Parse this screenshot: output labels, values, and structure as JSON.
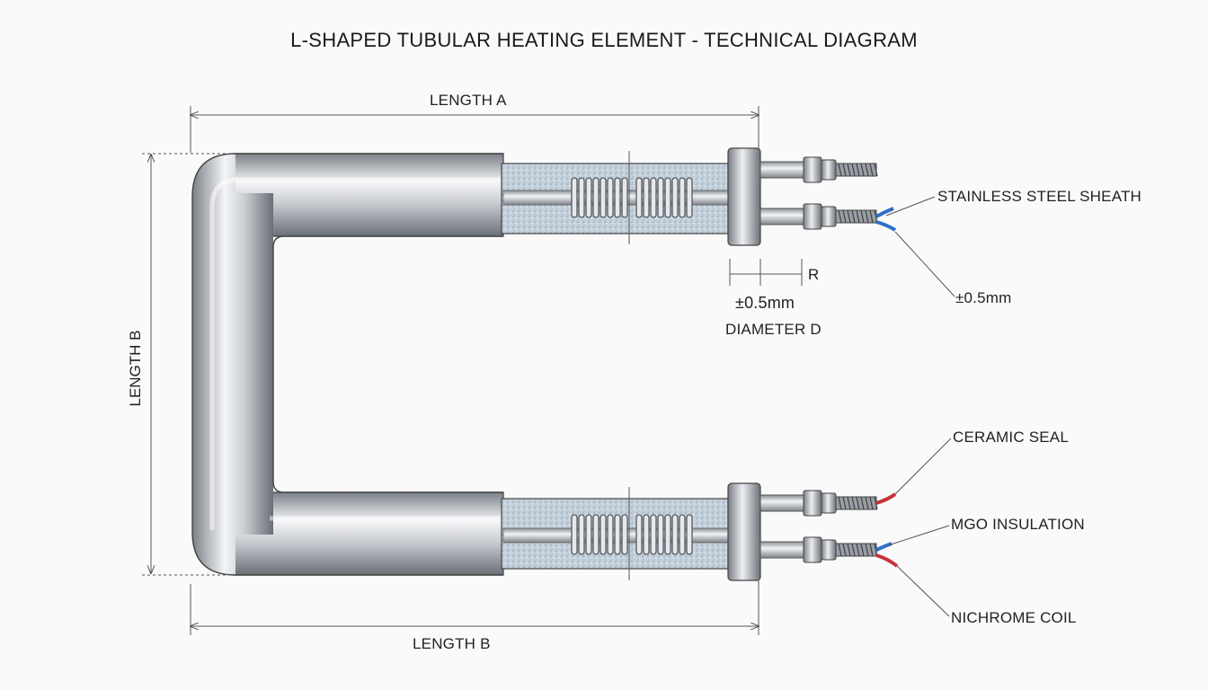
{
  "title": "L-SHAPED TUBULAR HEATING ELEMENT - TECHNICAL DIAGRAM",
  "dimensions": {
    "length_a": "LENGTH A",
    "length_b_vertical": "LENGTH B",
    "length_b_bottom": "LENGTH B",
    "radius": "R",
    "tolerance_left": "±0.5mm",
    "diameter": "DIAMETER D",
    "tolerance_right": "±0.5mm"
  },
  "callouts": {
    "sheath": "STAINLESS STEEL SHEATH",
    "ceramic_seal": "CERAMIC SEAL",
    "mgo_insulation": "MGO INSULATION",
    "nichrome_coil": "NICHROME COIL"
  },
  "colors": {
    "background": "#fafafa",
    "steel_dark": "#6e7278",
    "steel_light": "#eef0f2",
    "insulation": "#b9c7d3",
    "wire_red": "#c8323c",
    "wire_blue": "#2f6fc8",
    "dimension_line": "#555555"
  }
}
